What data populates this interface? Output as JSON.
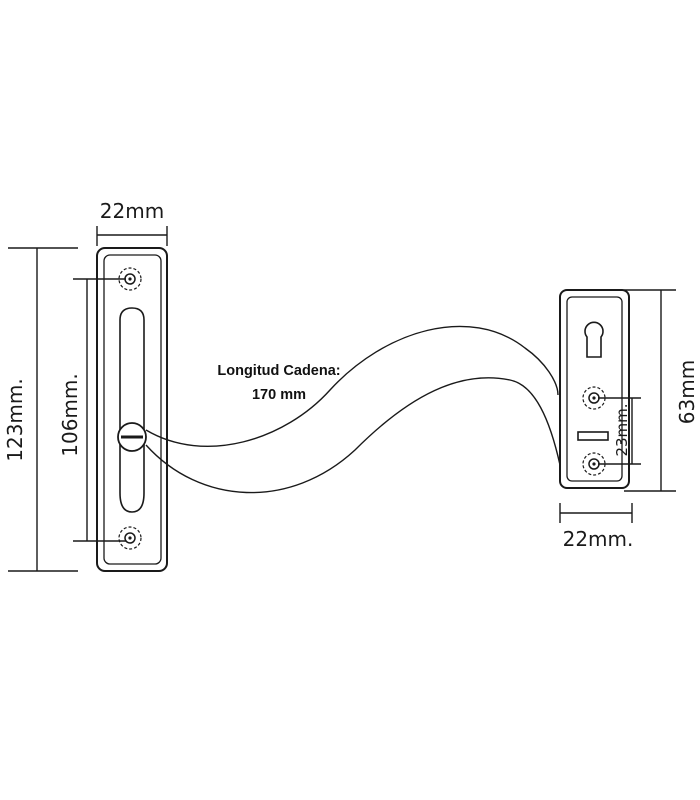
{
  "chain_label": {
    "line1": "Longitud Cadena:",
    "line2": "170 mm"
  },
  "left_plate": {
    "width": "22mm",
    "total_height": "123mm.",
    "hole_spacing": "106mm."
  },
  "right_plate": {
    "width": "22mm.",
    "height": "63mm",
    "hole_spacing": "23mm."
  },
  "colors": {
    "line": "#1a1a1a",
    "background": "#ffffff"
  }
}
